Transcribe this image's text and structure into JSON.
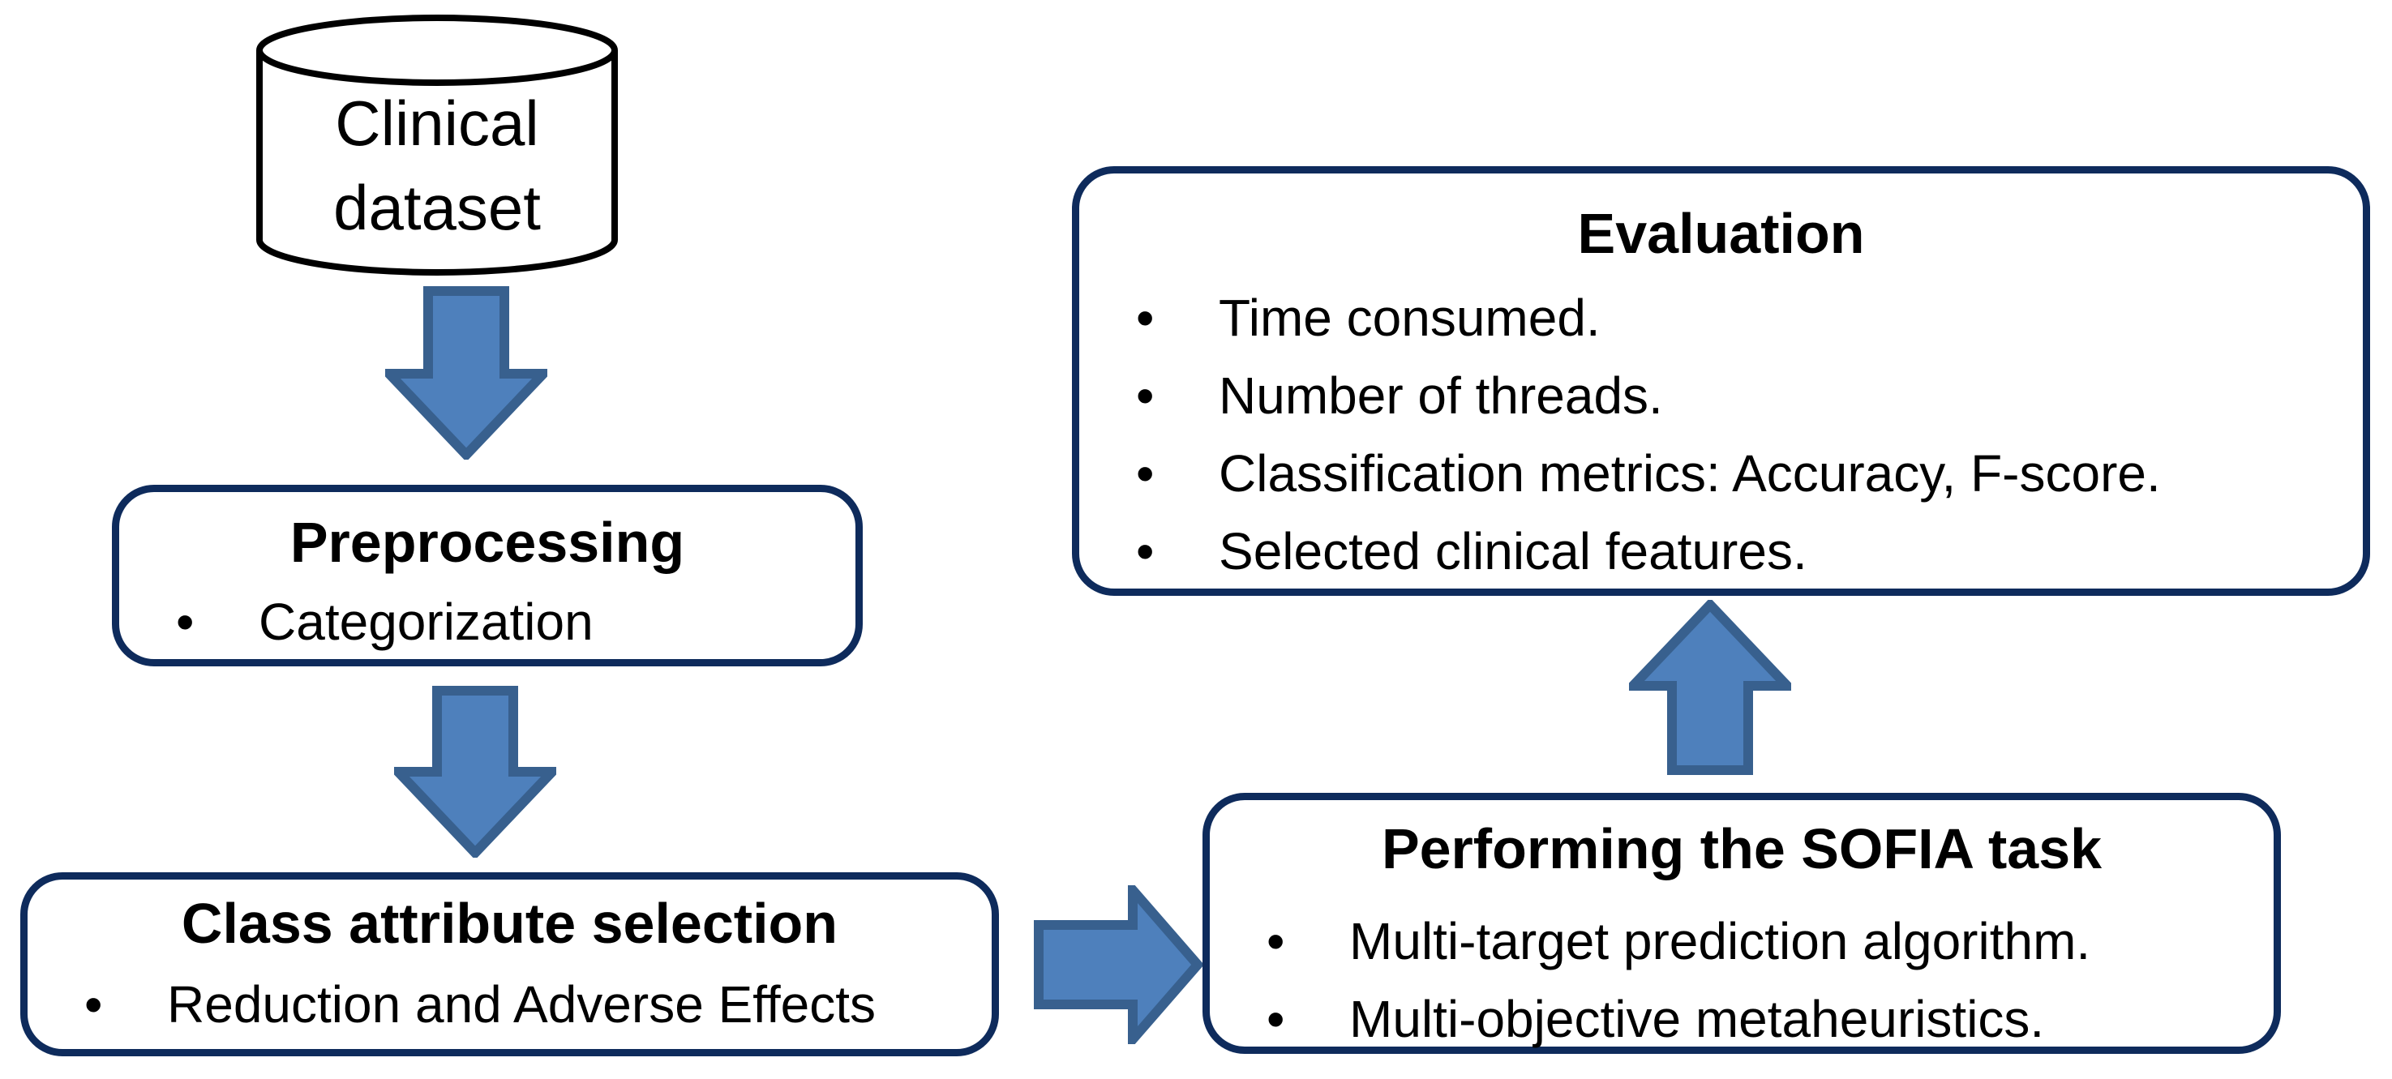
{
  "colors": {
    "background": "#ffffff",
    "box_border": "#0e2b5c",
    "arrow_fill": "#4e80bc",
    "arrow_border": "#38608e",
    "cylinder_outline": "#000000",
    "text": "#000000"
  },
  "bullet_char": "•",
  "nodes": {
    "dataset": {
      "line1": "Clinical",
      "line2": "dataset"
    },
    "preprocessing": {
      "title": "Preprocessing",
      "items": [
        "Categorization"
      ]
    },
    "class_selection": {
      "title": "Class attribute selection",
      "items": [
        "Reduction and Adverse Effects"
      ]
    },
    "sofia": {
      "title": "Performing the SOFIA task",
      "items": [
        "Multi-target prediction algorithm.",
        "Multi-objective metaheuristics."
      ]
    },
    "evaluation": {
      "title": "Evaluation",
      "items": [
        "Time consumed.",
        "Number of threads.",
        "Classification metrics: Accuracy, F-score.",
        "Selected clinical features."
      ]
    }
  }
}
